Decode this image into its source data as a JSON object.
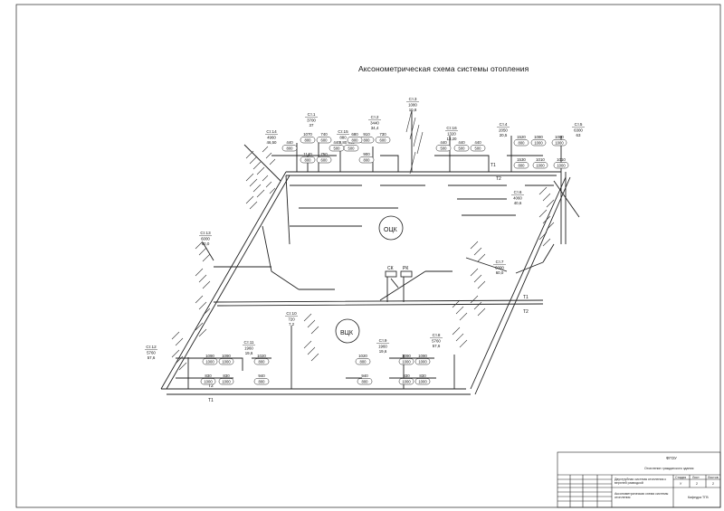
{
  "title": "Аксонометрическая схема системы отопления",
  "zones": {
    "upper": "ОЦК",
    "lower": "ВЦК"
  },
  "mains": {
    "supply": "Т1",
    "return": "Т2"
  },
  "shafts": {
    "left": "СК",
    "right": "РК"
  },
  "risers": [
    {
      "id": "ст14",
      "name": "Ст.14",
      "l1": "4960",
      "l2": "46,50"
    },
    {
      "id": "ст1",
      "name": "Ст.1",
      "l1": "3700",
      "l2": "37"
    },
    {
      "id": "ст15",
      "name": "Ст.15",
      "l1": "880",
      "l2": "8,80"
    },
    {
      "id": "ст2",
      "name": "Ст.2",
      "l1": "3440",
      "l2": "34,4"
    },
    {
      "id": "ст3",
      "name": "Ст.3",
      "l1": "1080",
      "l2": "10,8"
    },
    {
      "id": "ст16",
      "name": "Ст.16",
      "l1": "1320",
      "l2": "13,20"
    },
    {
      "id": "ст4",
      "name": "Ст.4",
      "l1": "2050",
      "l2": "20,5"
    },
    {
      "id": "ст5",
      "name": "Ст.5",
      "l1": "6300",
      "l2": "63"
    },
    {
      "id": "ст6",
      "name": "Ст.6",
      "l1": "4060",
      "l2": "40,6"
    },
    {
      "id": "ст13",
      "name": "Ст.13",
      "l1": "6000",
      "l2": "60,0"
    },
    {
      "id": "ст7",
      "name": "Ст.7",
      "l1": "6000",
      "l2": "60,0"
    },
    {
      "id": "ст10",
      "name": "Ст.10",
      "l1": "720",
      "l2": "7,2"
    },
    {
      "id": "ст11",
      "name": "Ст.11",
      "l1": "1960",
      "l2": "19,6"
    },
    {
      "id": "ст9",
      "name": "Ст.9",
      "l1": "1960",
      "l2": "19,6"
    },
    {
      "id": "ст8",
      "name": "Ст.8",
      "l1": "5760",
      "l2": "57,6"
    },
    {
      "id": "ст12",
      "name": "Ст.12",
      "l1": "5760",
      "l2": "57,6"
    }
  ],
  "radiators": [
    {
      "id": "u1",
      "top": "440",
      "bottom": "800"
    },
    {
      "id": "u2",
      "top": "1070",
      "bottom": "800"
    },
    {
      "id": "u3",
      "top": "740",
      "bottom": "600"
    },
    {
      "id": "u4",
      "top": "1140",
      "bottom": "800"
    },
    {
      "id": "u5",
      "top": "750",
      "bottom": "600"
    },
    {
      "id": "u6",
      "top": "440",
      "bottom": "500"
    },
    {
      "id": "u7",
      "top": "440",
      "bottom": "500"
    },
    {
      "id": "u8",
      "top": "910",
      "bottom": "800"
    },
    {
      "id": "u9",
      "top": "730",
      "bottom": "600"
    },
    {
      "id": "u10",
      "top": "900",
      "bottom": "800"
    },
    {
      "id": "u11",
      "top": "680",
      "bottom": "800"
    },
    {
      "id": "u12",
      "top": "440",
      "bottom": "500"
    },
    {
      "id": "u13",
      "top": "440",
      "bottom": "500"
    },
    {
      "id": "u14",
      "top": "440",
      "bottom": "500"
    },
    {
      "id": "u15",
      "top": "1520",
      "bottom": "800"
    },
    {
      "id": "u16",
      "top": "1080",
      "bottom": "1000"
    },
    {
      "id": "u17",
      "top": "1080",
      "bottom": "1000"
    },
    {
      "id": "u18",
      "top": "1530",
      "bottom": "800"
    },
    {
      "id": "u19",
      "top": "1010",
      "bottom": "1000"
    },
    {
      "id": "u20",
      "top": "1010",
      "bottom": "1000"
    },
    {
      "id": "l1",
      "top": "1090",
      "bottom": "1000"
    },
    {
      "id": "l2",
      "top": "1090",
      "bottom": "1000"
    },
    {
      "id": "l3",
      "top": "830",
      "bottom": "1000"
    },
    {
      "id": "l4",
      "top": "830",
      "bottom": "1000"
    },
    {
      "id": "l5",
      "top": "1020",
      "bottom": "800"
    },
    {
      "id": "l6",
      "top": "940",
      "bottom": "800"
    },
    {
      "id": "l7",
      "top": "1020",
      "bottom": "800"
    },
    {
      "id": "l8",
      "top": "940",
      "bottom": "800"
    },
    {
      "id": "l9",
      "top": "1090",
      "bottom": "1000"
    },
    {
      "id": "l10",
      "top": "1090",
      "bottom": "1000"
    },
    {
      "id": "l11",
      "top": "830",
      "bottom": "1000"
    },
    {
      "id": "l12",
      "top": "830",
      "bottom": "1000"
    }
  ],
  "stamp": {
    "org": "ФГОУ",
    "project": "Отопление гражданского здания",
    "subject": "Двухтрубная система отопления с верхней разводкой",
    "sheet_name": "Аксонометрическая схема системы отопления",
    "stage_label": "Стадия",
    "stage": "У",
    "sheet_label": "Лист",
    "sheet": "2",
    "sheets_label": "Листов",
    "sheets": "2",
    "dept": "Кафедра ТГВ"
  }
}
